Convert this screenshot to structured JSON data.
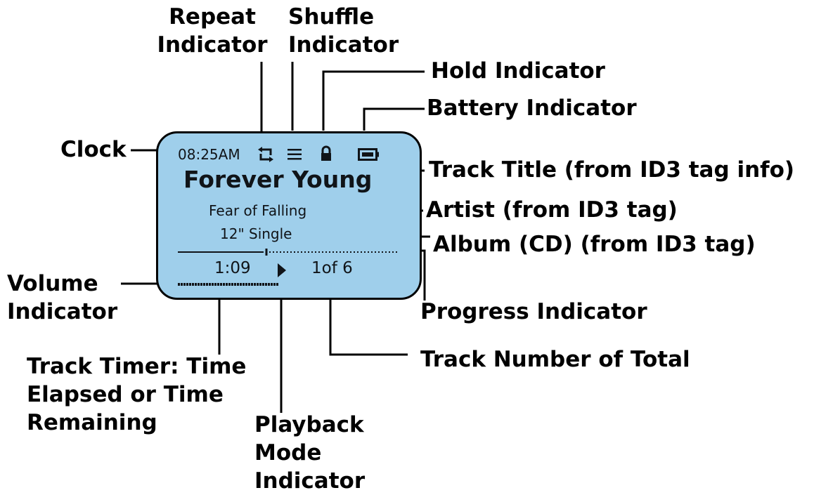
{
  "labels": {
    "repeat": [
      "Repeat",
      "Indicator"
    ],
    "shuffle": [
      "Shuffle",
      "Indicator"
    ],
    "hold": "Hold Indicator",
    "battery": "Battery Indicator",
    "clock": "Clock",
    "track_title": "Track Title (from ID3 tag info)",
    "artist": "Artist (from ID3 tag)",
    "album": "Album (CD) (from ID3 tag)",
    "volume": [
      "Volume",
      "Indicator"
    ],
    "progress": "Progress Indicator",
    "track_timer": [
      "Track Timer: Time",
      "Elapsed or Time",
      "Remaining"
    ],
    "track_number": "Track Number of Total",
    "playback_mode": [
      "Playback",
      "Mode",
      "Indicator"
    ]
  },
  "screen": {
    "clock": "08:25AM",
    "track_title": "Forever Young",
    "artist": "Fear of Falling",
    "album": "12\" Single",
    "timer": "1:09",
    "track_number": "1of 6",
    "progress_fraction": 0.4,
    "volume_fraction": 0.95,
    "background_color": "#9fcfeb",
    "icons": [
      "repeat-icon",
      "shuffle-icon",
      "lock-icon",
      "battery-icon",
      "play-icon"
    ]
  }
}
